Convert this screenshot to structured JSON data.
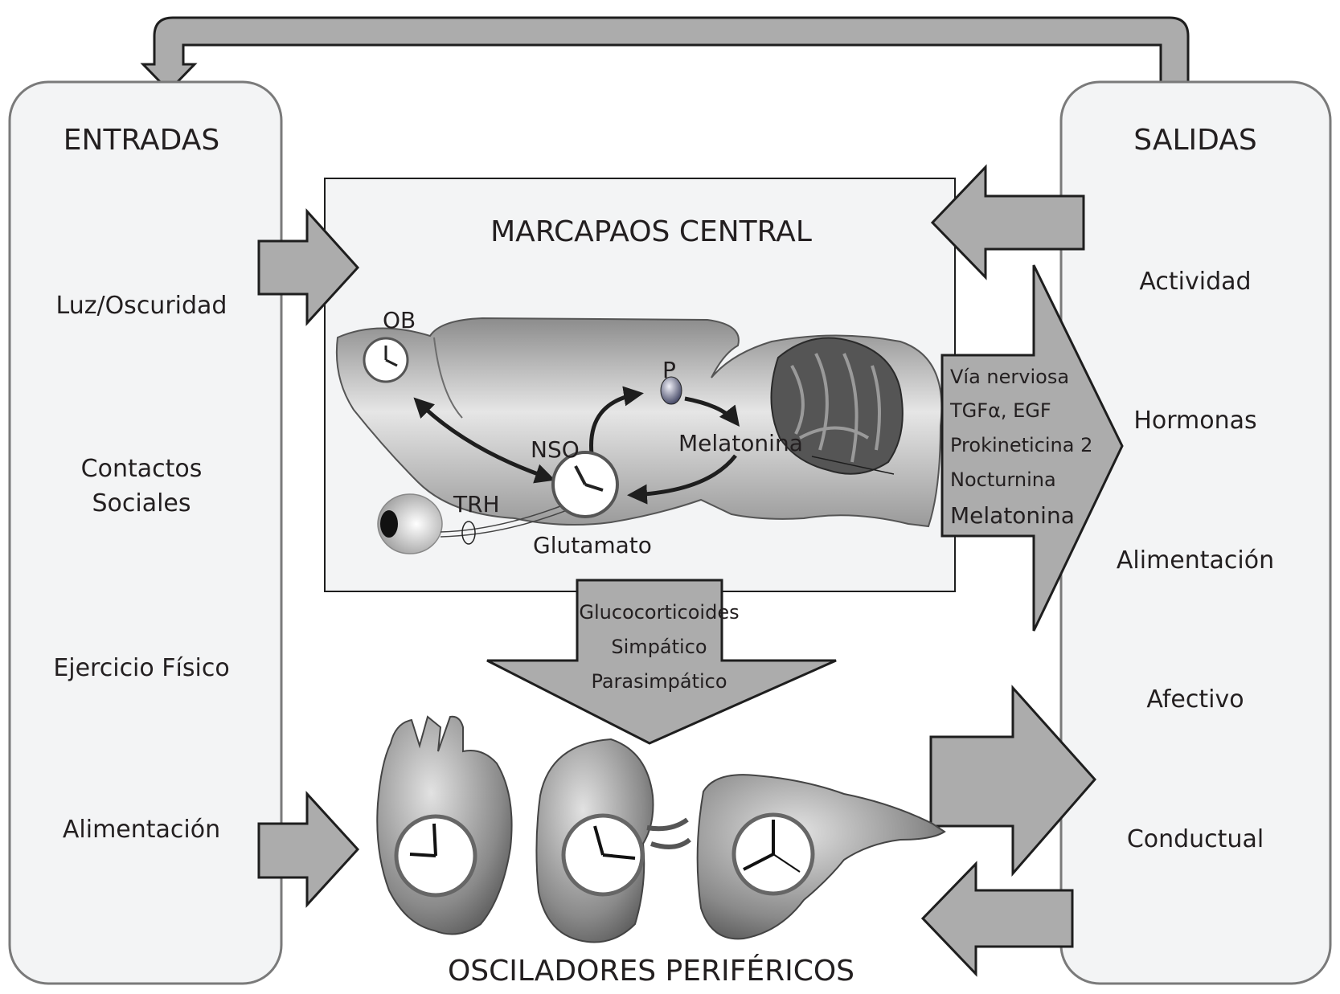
{
  "inputs": {
    "title": "ENTRADAS",
    "items": [
      "Luz/Oscuridad",
      "Contactos",
      "Sociales",
      "Ejercicio Físico",
      "Alimentación"
    ]
  },
  "outputs": {
    "title": "SALIDAS",
    "items": [
      "Actividad",
      "Hormonas",
      "Alimentación",
      "Afectivo",
      "Conductual"
    ]
  },
  "central": {
    "title": "MARCAPAOS CENTRAL",
    "labels": {
      "ob": "OB",
      "p": "P",
      "nso": "NSO",
      "melatonina": "Melatonina",
      "trh": "TRH",
      "glutamato": "Glutamato"
    },
    "output_pathways": [
      "Vía nerviosa",
      "TGFα, EGF",
      "Prokineticina 2",
      "Nocturnina",
      "Melatonina"
    ]
  },
  "peripheral": {
    "title": "OSCILADORES PERIFÉRICOS",
    "pathways": [
      "Glucocorticoides",
      "Simpático",
      "Parasimpático"
    ],
    "organs": [
      "heart",
      "kidney",
      "liver"
    ]
  },
  "colors": {
    "arrow_fill": "#acacac",
    "panel_fill": "#f3f4f5",
    "stroke": "#1e1e1e"
  }
}
